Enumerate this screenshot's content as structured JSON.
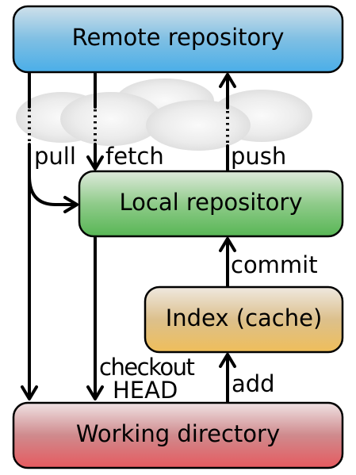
{
  "boxes": {
    "remote": "Remote repository",
    "local": "Local repository",
    "index": "Index (cache)",
    "working": "Working directory"
  },
  "arrows": {
    "pull": "pull",
    "fetch": "fetch",
    "push": "push",
    "commit": "commit",
    "checkout_line1": "checkout",
    "checkout_line2": "HEAD",
    "add": "add"
  },
  "colors": {
    "remote": "#4aaee8",
    "local": "#58b655",
    "index": "#efbe5a",
    "working": "#e65a5f",
    "cloud": "#e4e4e4"
  }
}
